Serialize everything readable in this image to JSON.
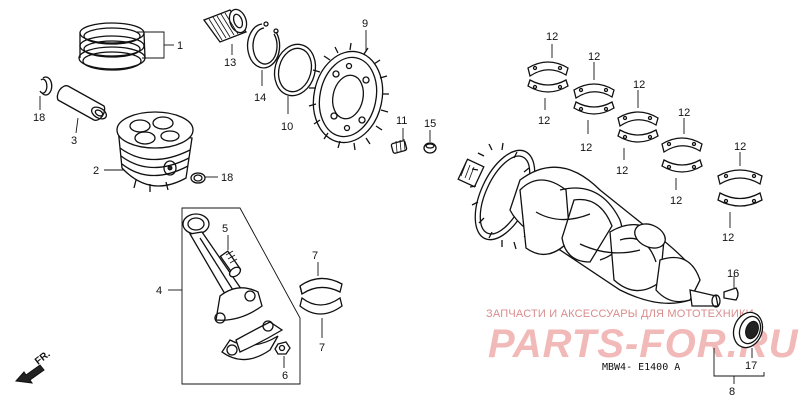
{
  "diagram": {
    "callouts": {
      "c1": "1",
      "c2": "2",
      "c3": "3",
      "c4": "4",
      "c5": "5",
      "c6": "6",
      "c7a": "7",
      "c7b": "7",
      "c8": "8",
      "c9": "9",
      "c10": "10",
      "c11": "11",
      "c12_1": "12",
      "c12_2": "12",
      "c12_3": "12",
      "c12_4": "12",
      "c12_5": "12",
      "c12_6": "12",
      "c12_7": "12",
      "c12_8": "12",
      "c12_9": "12",
      "c12_10": "12",
      "c13": "13",
      "c14": "14",
      "c15": "15",
      "c16": "16",
      "c17": "17",
      "c18a": "18",
      "c18b": "18"
    },
    "direction_label": "FR.",
    "figure_code": "MBW4- E1400 A"
  },
  "watermark": {
    "tagline": "ЗАПЧАСТИ И АКСЕССУАРЫ ДЛЯ МОТОТЕХНИКИ",
    "logo": "PARTS-FOR.RU"
  },
  "colors": {
    "watermark": "#f2b9b9",
    "line": "#111111",
    "background": "#ffffff"
  }
}
